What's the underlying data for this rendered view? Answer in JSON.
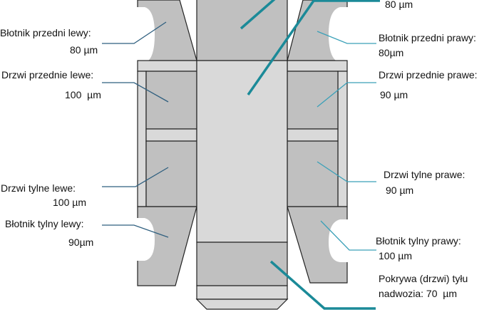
{
  "colors": {
    "part_dark": "#c0c0c0",
    "part_light": "#d9d9d9",
    "outline": "#222222",
    "leader": "#2f5f7f",
    "accent_line": "#1b8a98"
  },
  "labels": {
    "top_right_value": "80 µm",
    "front_fender_left": {
      "name": "Błotnik przedni lewy:",
      "value": "80 µm"
    },
    "front_door_left": {
      "name": "Drzwi przednie lewe:",
      "value": "100  µm"
    },
    "rear_door_left": {
      "name": "Drzwi tylne lewe:",
      "value": "100 µm"
    },
    "rear_fender_left": {
      "name": "Błotnik tylny lewy:",
      "value": "90µm"
    },
    "front_fender_right": {
      "name": "Błotnik przedni prawy:",
      "value": "80µm"
    },
    "front_door_right": {
      "name": "Drzwi przednie prawe:",
      "value": "90 µm"
    },
    "rear_door_right": {
      "name": "Drzwi tylne prawe:",
      "value": "90 µm"
    },
    "rear_fender_right": {
      "name": "Błotnik tylny prawy:",
      "value": "100 µm"
    },
    "tailgate": {
      "name": "Pokrywa (drzwi) tyłu",
      "value": "nadwozia: 70  µm"
    }
  }
}
